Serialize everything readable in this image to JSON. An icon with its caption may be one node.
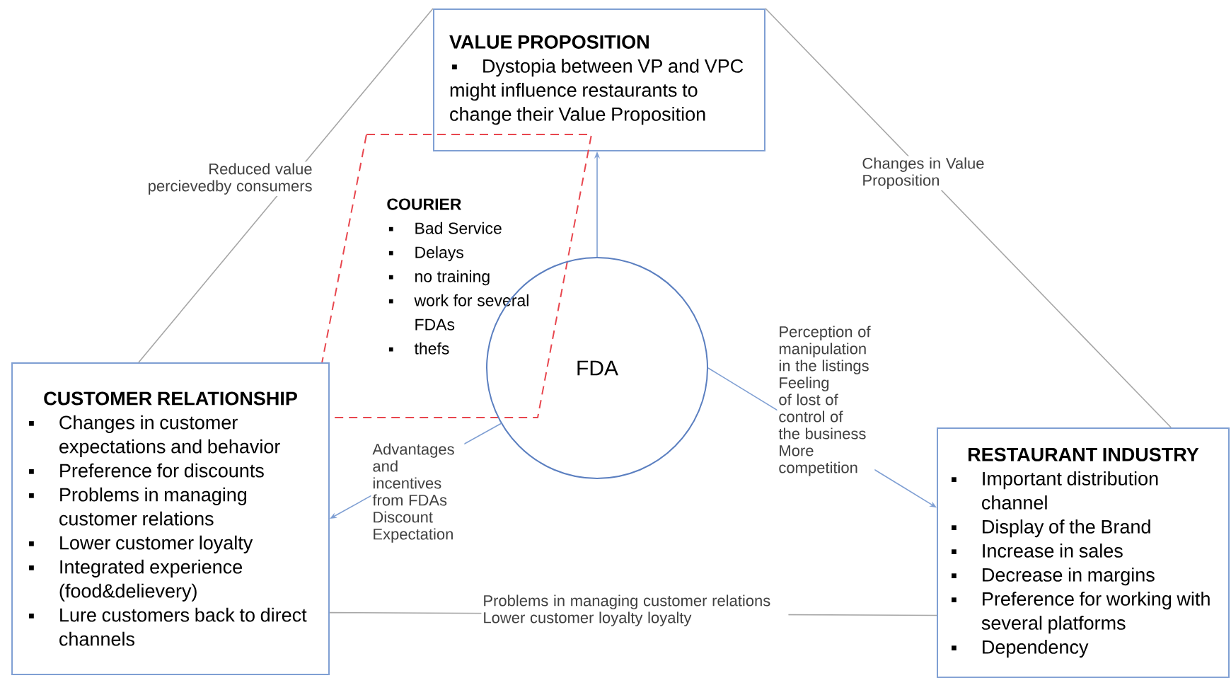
{
  "diagram": {
    "nodes": [
      {
        "text": [
          "VALUE PROPOSITION",
          "Dystopia between VP and VPC might influence restaurants to change their Value Proposition"
        ]
      },
      {
        "text": [
          "COURIER",
          "Bad Service",
          "Delays",
          "no training",
          "work for several FDAs",
          "thefs"
        ]
      },
      {
        "text": [
          "FDA"
        ]
      },
      {
        "text": [
          "CUSTOMER RELATIONSHIP",
          "Changes in customer expectations and behavior",
          "Preference for discounts",
          "Problems in managing customer relations",
          "Lower customer loyalty",
          "Integrated experience (food&delievery)",
          "Lure customers back to direct channels"
        ]
      },
      {
        "text": [
          "RESTAURANT INDUSTRY",
          "Important distribution channel",
          "Display of the Brand",
          "Increase in sales",
          "Decrease in margins",
          "Preference for working with several platforms",
          "Dependency"
        ]
      }
    ],
    "edges": [
      {
        "from": 2,
        "to": 0,
        "arrow": "to",
        "color": "#7f9fd3"
      },
      {
        "from": 2,
        "to": 3,
        "arrow": "to",
        "color": "#7f9fd3",
        "label": "Advantages and incentives from FDAs Discount Expectation"
      },
      {
        "from": 2,
        "to": 4,
        "arrow": "to",
        "color": "#7f9fd3",
        "label": "Perception of manipulation in the listings Feeling of lost of control of the business More competition"
      },
      {
        "from": 3,
        "to": 0,
        "arrow": "none",
        "label": "Reduced value percievedby consumers"
      },
      {
        "from": 0,
        "to": 4,
        "arrow": "none",
        "label": "Changes in Value Proposition"
      },
      {
        "from": 3,
        "to": 4,
        "arrow": "none",
        "label": "Problems in managing customer relations Lower customer loyalty loyalty"
      }
    ]
  }
}
